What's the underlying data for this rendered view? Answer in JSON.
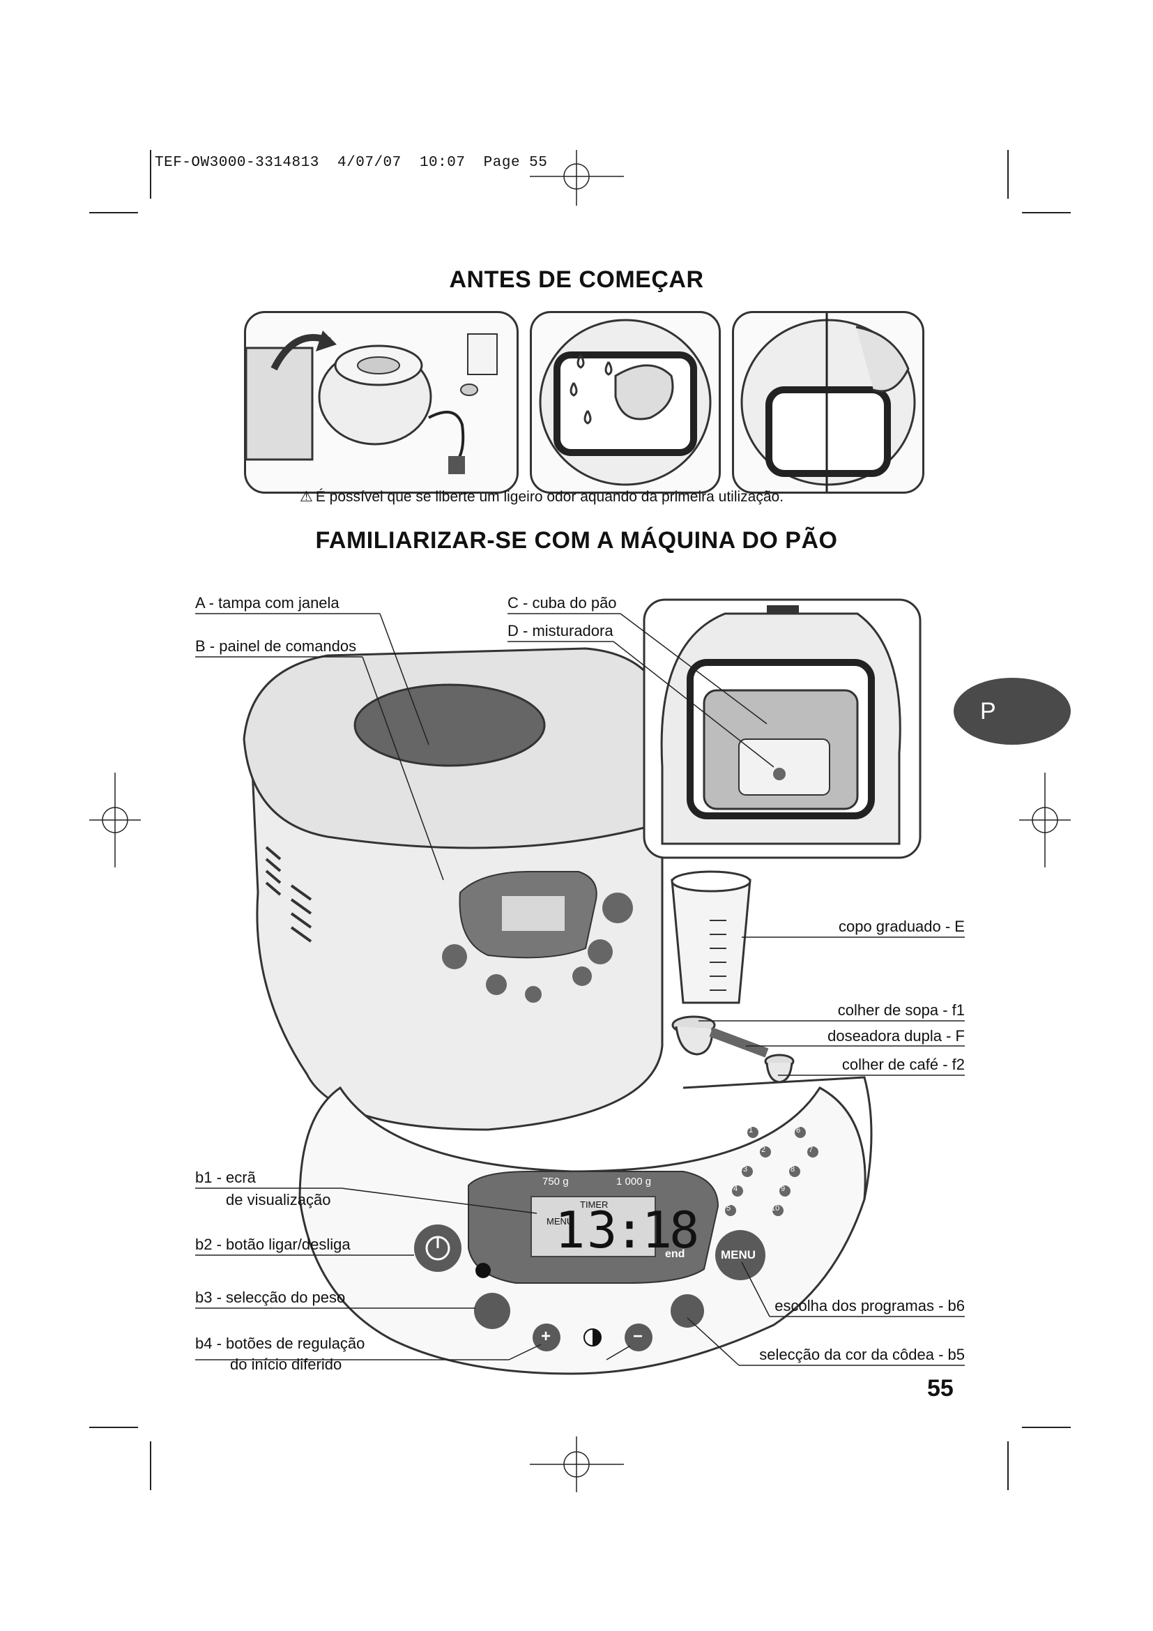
{
  "print_header": "TEF-OW3000-3314813  4/07/07  10:07  Page 55",
  "section1": {
    "title": "ANTES DE COMEÇAR",
    "warning": "É possível que se liberte um ligeiro odor aquando da primeira utilização."
  },
  "section2": {
    "title": "FAMILIARIZAR-SE COM A MÁQUINA DO PÃO"
  },
  "labels": {
    "A": "A - tampa com janela",
    "B": "B - painel de comandos",
    "C": "C - cuba do pão",
    "D": "D - misturadora",
    "E": "copo graduado - E",
    "f1": "colher de sopa - f1",
    "F": "doseadora dupla - F",
    "f2": "colher de café - f2",
    "b1_line1": "b1 - ecrã",
    "b1_line2": "de visualização",
    "b2": "b2 - botão ligar/desliga",
    "b3": "b3 - selecção do peso",
    "b4_line1": "b4 - botões de regulação",
    "b4_line2": "do início diferido",
    "b6": "escolha dos programas - b6",
    "b5": "selecção da cor da côdea - b5"
  },
  "panel": {
    "weight_750": "750 g",
    "weight_1000": "1 000 g",
    "timer": "TIMER",
    "menu_label": "MENU",
    "lcd_program": "1",
    "lcd_time": "3:18",
    "end": "end",
    "menu_button": "MENU",
    "plus": "+",
    "minus": "−"
  },
  "program_numbers": [
    "1",
    "2",
    "3",
    "4",
    "5",
    "6",
    "7",
    "8",
    "9",
    "10"
  ],
  "tab_letter": "P",
  "page_number": "55",
  "colors": {
    "tab": "#4a4a4a",
    "panel": "#6e6e6e",
    "button": "#5a5a5a"
  }
}
